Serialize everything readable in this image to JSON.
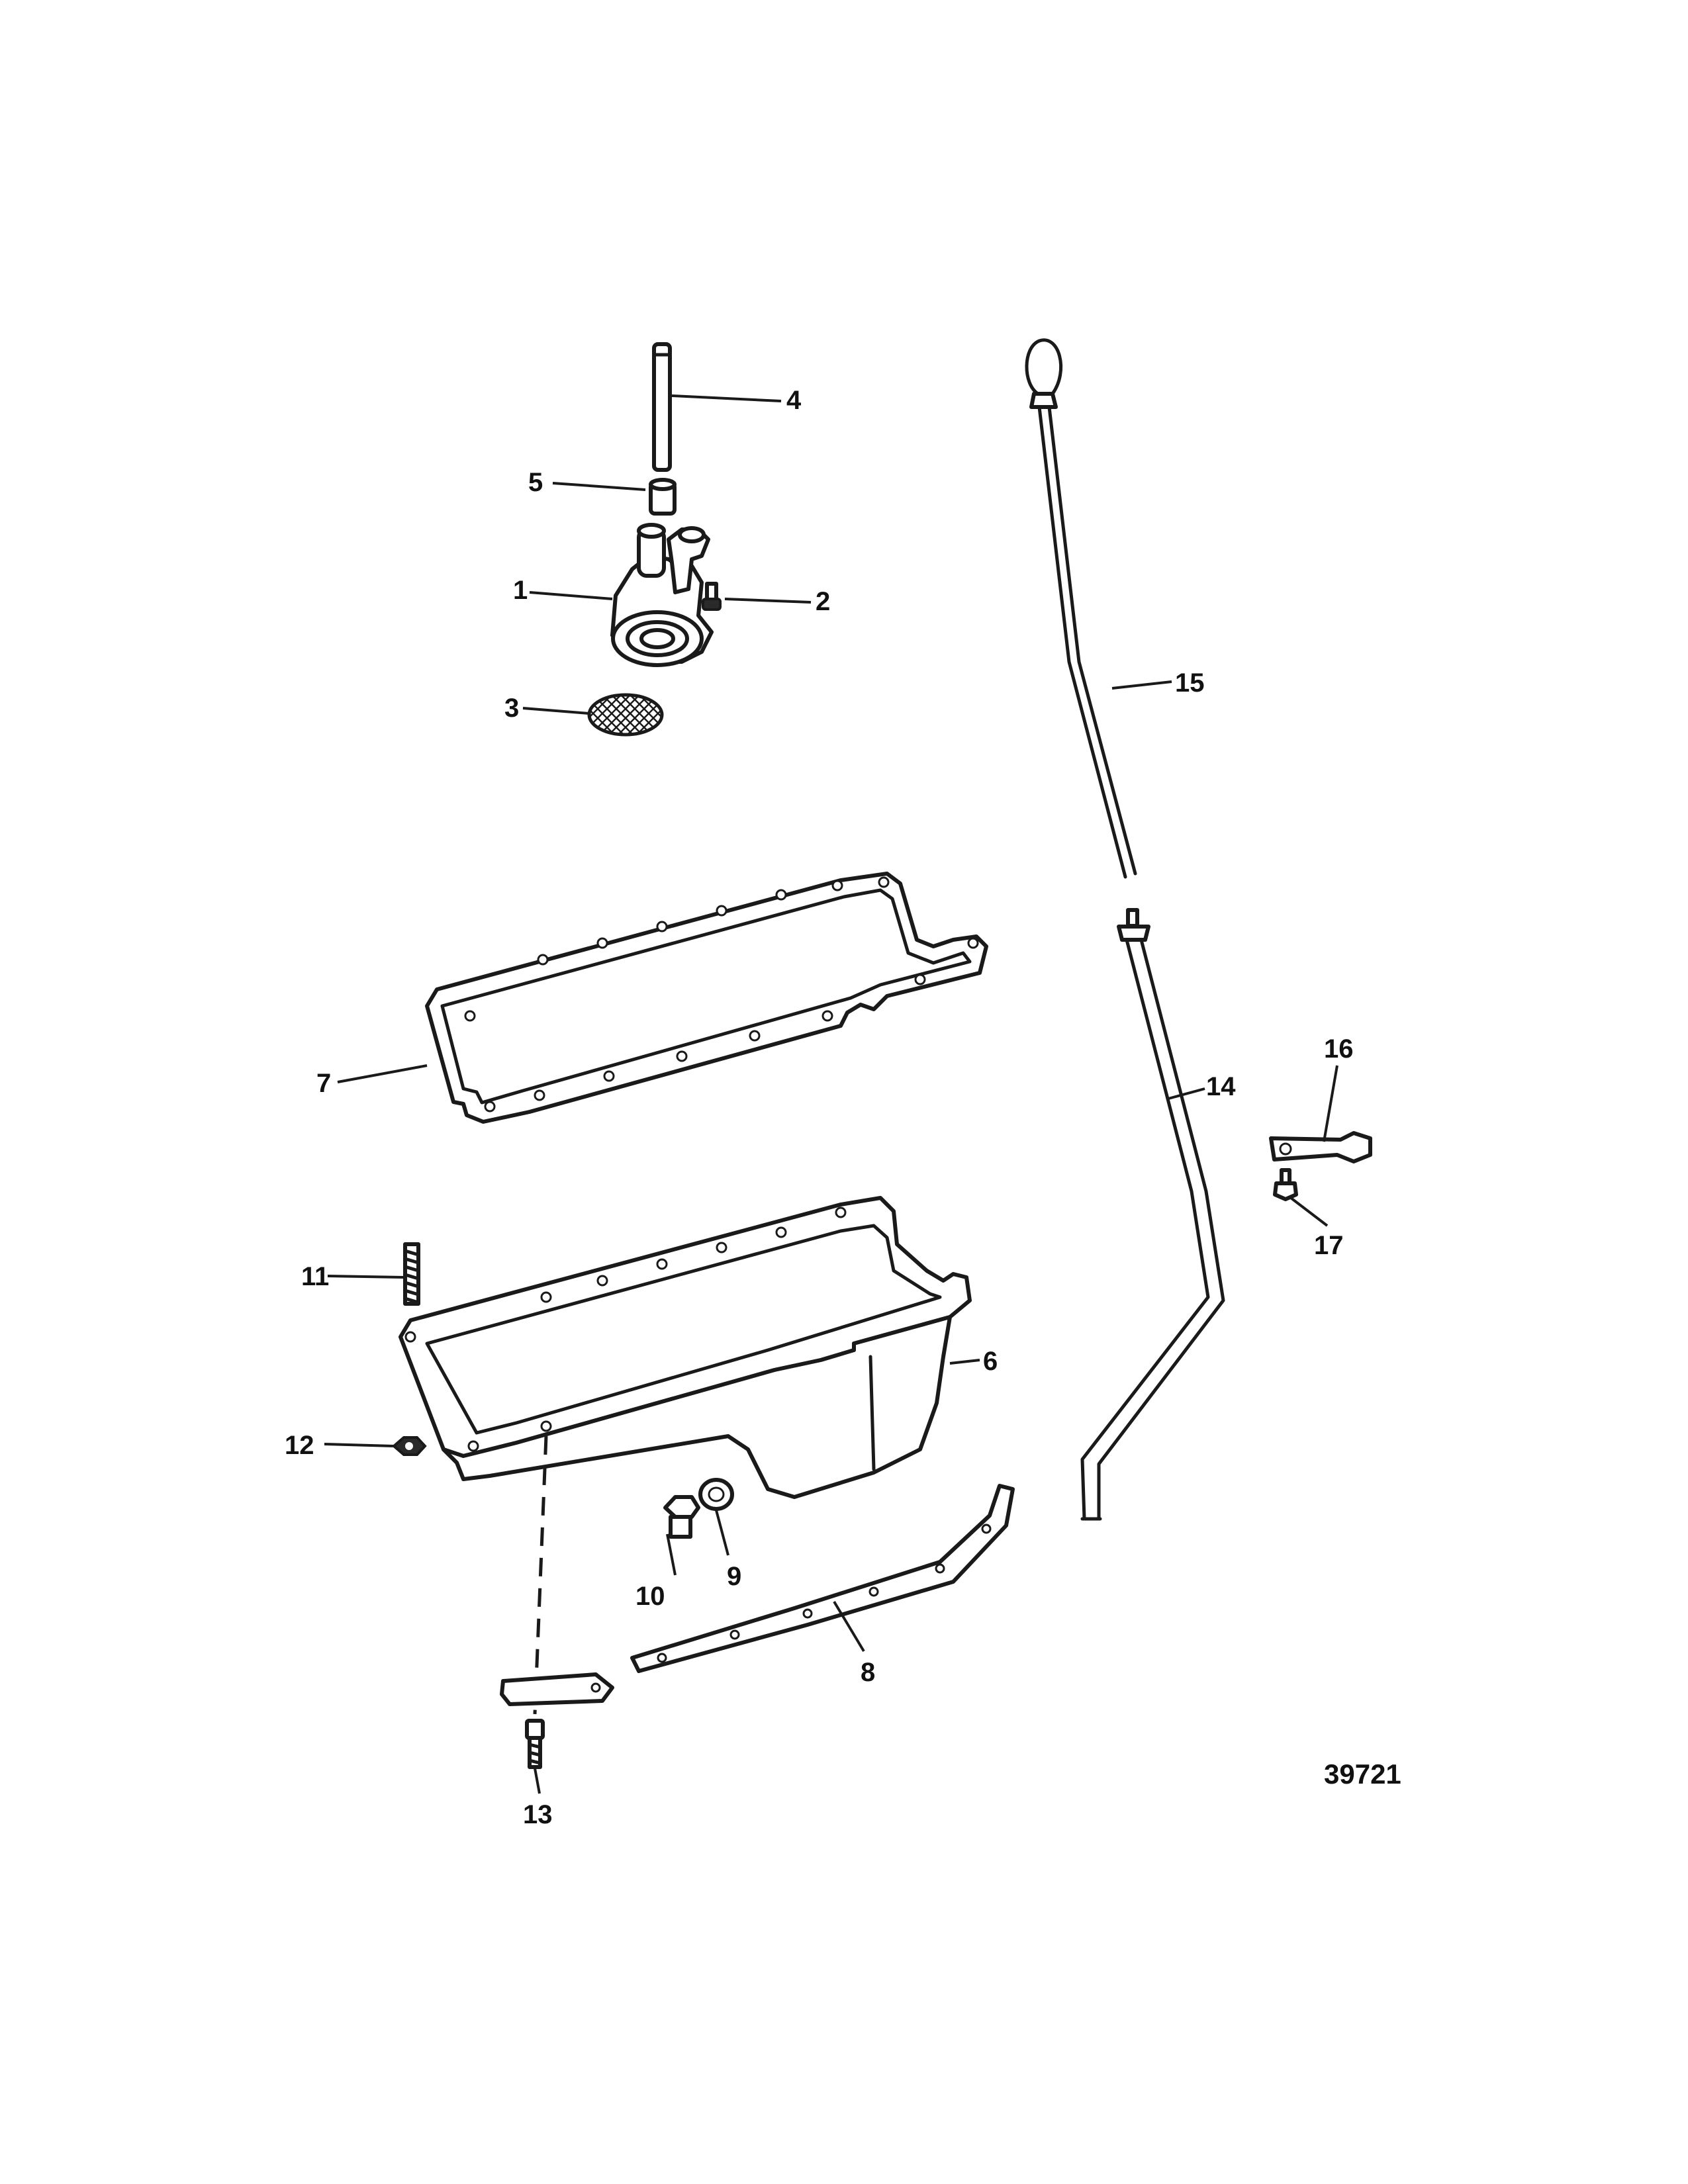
{
  "callouts": {
    "c1": "1",
    "c2": "2",
    "c3": "3",
    "c4": "4",
    "c5": "5",
    "c6": "6",
    "c7": "7",
    "c8": "8",
    "c9": "9",
    "c10": "10",
    "c11": "11",
    "c12": "12",
    "c13": "13",
    "c14": "14",
    "c15": "15",
    "c16": "16",
    "c17": "17"
  },
  "figure_number": "39721"
}
